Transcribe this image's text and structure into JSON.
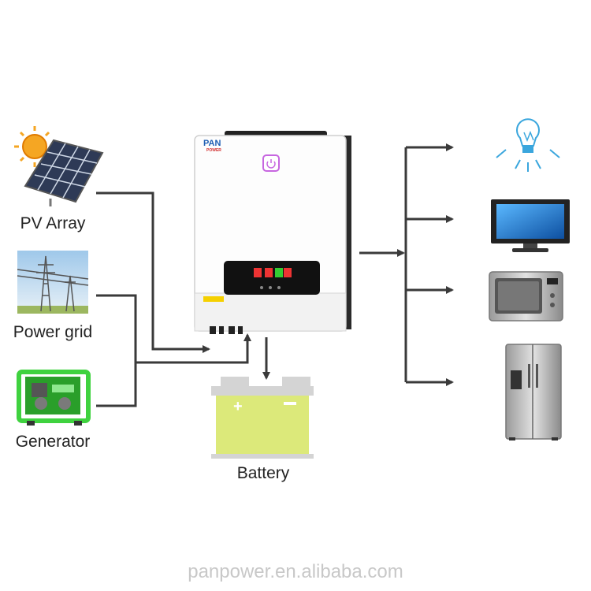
{
  "diagram": {
    "sources": [
      {
        "label": "PV Array",
        "icon": "solar-panel-icon"
      },
      {
        "label": "Power grid",
        "icon": "power-grid-icon"
      },
      {
        "label": "Generator",
        "icon": "generator-icon"
      }
    ],
    "storage": {
      "label": "Battery",
      "icon": "battery-icon"
    },
    "inverter": {
      "brand": "PAN",
      "brand_sub": "POWER",
      "icon": "inverter-icon"
    },
    "loads": [
      {
        "icon": "light-bulb-icon"
      },
      {
        "icon": "television-icon"
      },
      {
        "icon": "microwave-icon"
      },
      {
        "icon": "refrigerator-icon"
      }
    ]
  },
  "watermark": "panpower.en.alibaba.com",
  "colors": {
    "line": "#3a3a3a",
    "battery_body": "#dce97a",
    "battery_top": "#d4d4d4",
    "generator": "#3fd23f",
    "sun": "#f5a623",
    "tv_screen": "#1f7fd6",
    "bulb": "#3aa6dd"
  }
}
